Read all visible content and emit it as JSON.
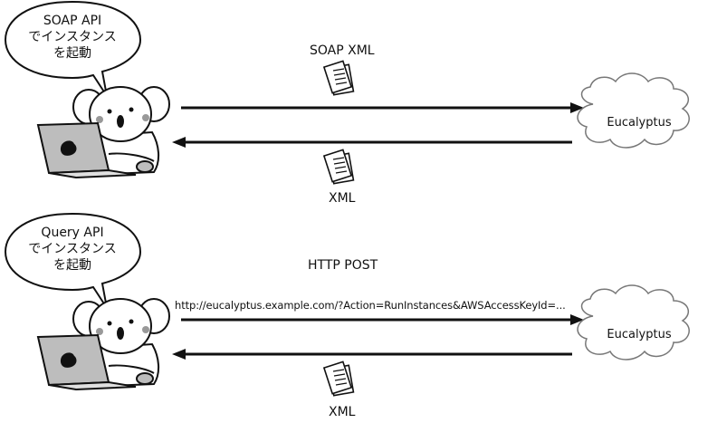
{
  "panels": [
    {
      "bubble_lines": [
        "SOAP API",
        "でインスタンス",
        "を起動"
      ],
      "request_label": "SOAP XML",
      "request_url": "",
      "target": "Eucalyptus",
      "response_label": "XML"
    },
    {
      "bubble_lines": [
        "Query API",
        "でインスタンス",
        "を起動"
      ],
      "request_label": "HTTP POST",
      "request_url": "http://eucalyptus.example.com/?Action=RunInstances&AWSAccessKeyId=...",
      "target": "Eucalyptus",
      "response_label": "XML"
    }
  ],
  "icons": {
    "character": "koala-with-laptop-icon",
    "document": "xml-document-icon",
    "cloud": "cloud-icon",
    "speech": "speech-bubble-icon"
  }
}
